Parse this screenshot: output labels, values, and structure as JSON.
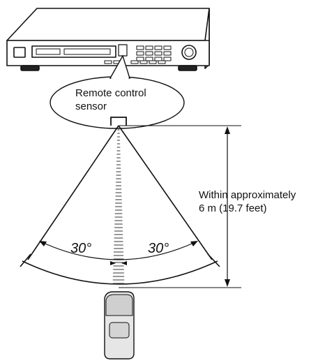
{
  "diagram": {
    "sensor_label": [
      "Remote control",
      "sensor"
    ],
    "distance_label": [
      "Within approximately",
      "6 m (19.7 feet)"
    ],
    "angle_left": "30°",
    "angle_right": "30°"
  }
}
